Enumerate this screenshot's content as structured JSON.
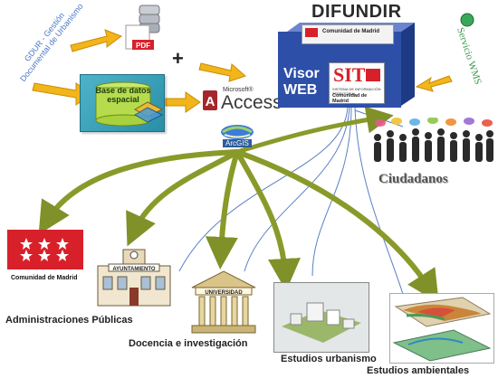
{
  "title": "DIFUNDIR",
  "plus_sign": "+",
  "sources": {
    "gdu_label": "GDUR - Gestión Documental de Urbanismo",
    "database_label": "Base de datos espacial",
    "pdf_label": "PDF"
  },
  "tools": {
    "access_brand": "Microsoft®",
    "access_label": "Access",
    "arcgis_label": "ArcGIS"
  },
  "visor": {
    "title_line1": "Visor",
    "title_line2": "WEB",
    "sit_logo": "SIT",
    "sit_caption": "SISTEMA DE INFORMACIÓN TERRITORIAL",
    "sit_org": "Comunidad de Madrid",
    "screen_org": "Comunidad de Madrid"
  },
  "wms_label": "Servicio WMS",
  "citizens_label": "Ciudadanos",
  "targets": [
    {
      "label": "Administraciones Públicas"
    },
    {
      "label": "Docencia e investigación"
    },
    {
      "label": "Estudios urbanismo"
    },
    {
      "label": "Estudios ambientales"
    }
  ],
  "logos": {
    "madrid_caption": "Comunidad de Madrid",
    "ayuntamiento_sign": "AYUNTAMIENTO",
    "universidad_sign": "UNIVERSIDAD"
  },
  "colors": {
    "arrow_olive": "#8a9a2a",
    "arrow_yellow": "#f2b51a",
    "madrid_red": "#d8202a",
    "visor_blue": "#2d4fa8",
    "thin_line_blue": "#5b7fc2"
  }
}
